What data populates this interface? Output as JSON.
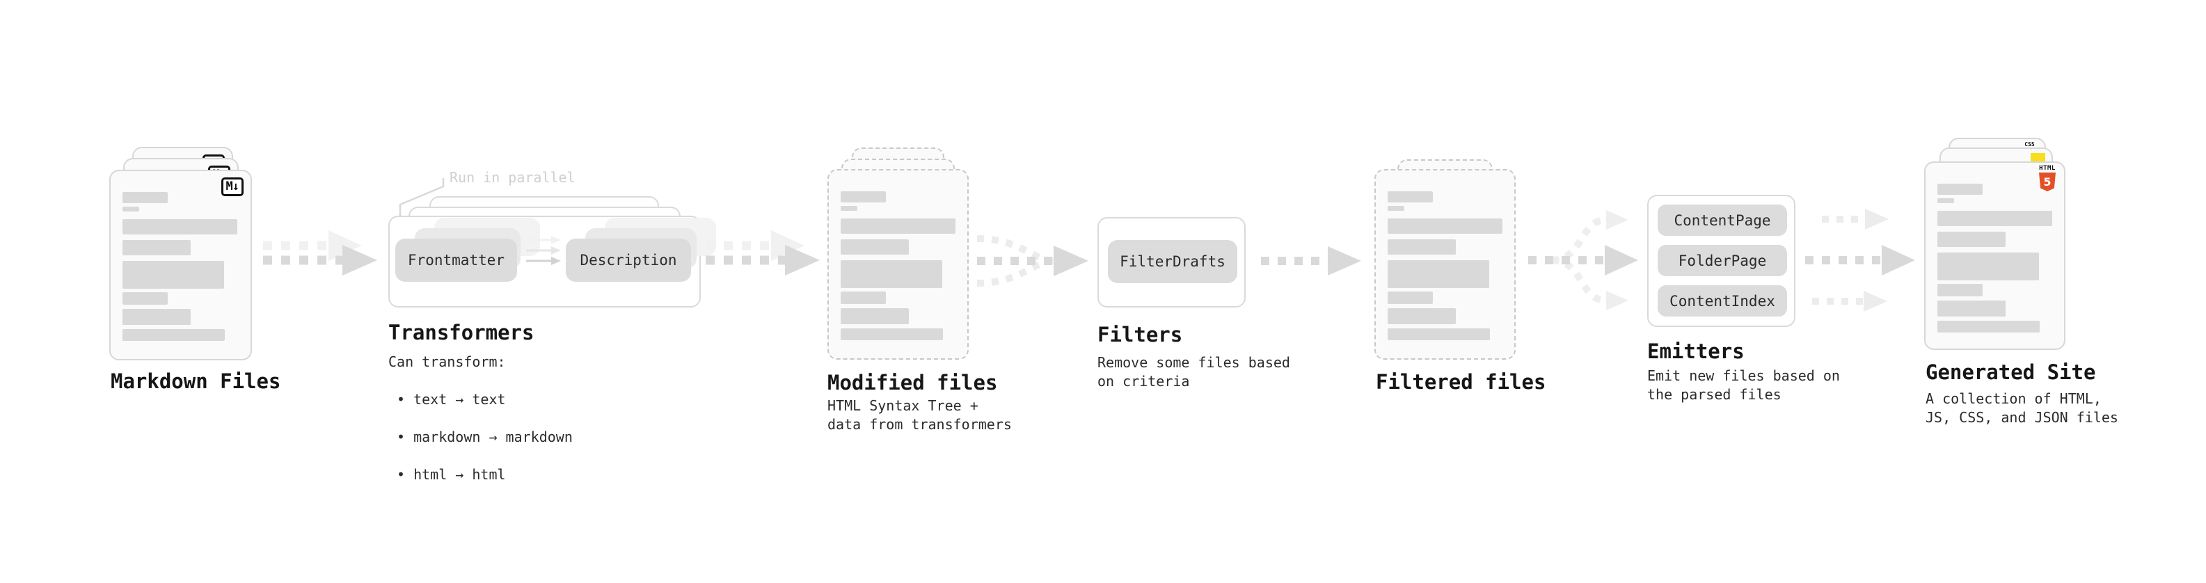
{
  "stages": {
    "markdown": {
      "label": "Markdown Files",
      "icon_label": "M↓"
    },
    "transformers": {
      "annotation": "Run in parallel",
      "pills": [
        "Frontmatter",
        "Description"
      ],
      "label": "Transformers",
      "desc_title": "Can transform:",
      "bullets": [
        "• text → text",
        "• markdown → markdown",
        "• html → html"
      ]
    },
    "modified": {
      "label": "Modified files",
      "description": "HTML Syntax Tree +\ndata from transformers"
    },
    "filters": {
      "pill": "FilterDrafts",
      "label": "Filters",
      "description": "Remove some files based\non criteria"
    },
    "filtered": {
      "label": "Filtered files"
    },
    "emitters": {
      "pills": [
        "ContentPage",
        "FolderPage",
        "ContentIndex"
      ],
      "label": "Emitters",
      "description": "Emit new files based on\nthe parsed files"
    },
    "generated": {
      "label": "Generated Site",
      "description": "A collection of HTML,\nJS, CSS, and JSON files",
      "badges": {
        "html_top": "HTML",
        "html_number": "5",
        "css": "CSS"
      }
    }
  },
  "colors": {
    "html5_orange": "#e34f26",
    "js_yellow": "#f7df1e",
    "css_blue": "#2965f1",
    "bar_gray": "#d9d9d9",
    "arrow_gray": "#d6d6d6",
    "arrow_light": "#eeeeee"
  }
}
